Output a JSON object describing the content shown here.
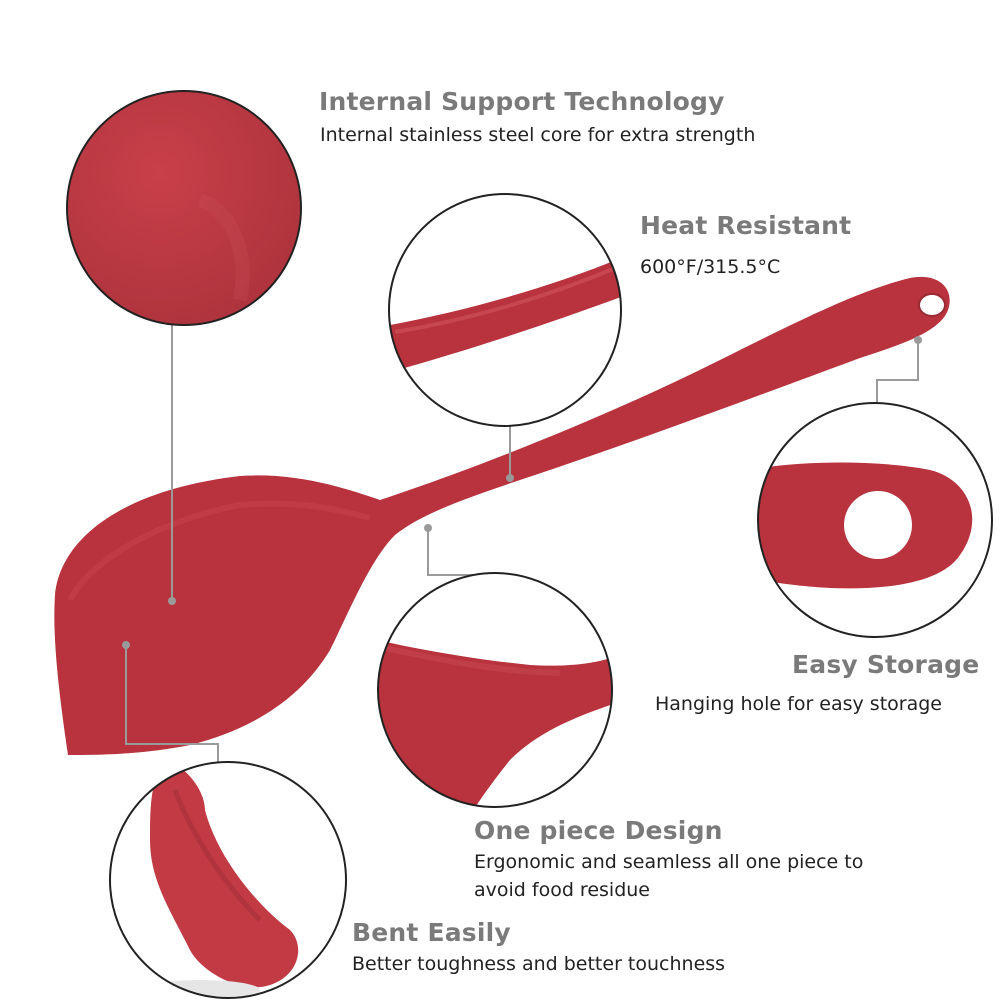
{
  "features": {
    "internal_support": {
      "title": "Internal Support Technology",
      "desc": "Internal stainless steel core for extra strength"
    },
    "heat_resistant": {
      "title": "Heat Resistant",
      "desc": "600°F/315.5°C"
    },
    "easy_storage": {
      "title": "Easy Storage",
      "desc": "Hanging hole for easy storage"
    },
    "one_piece": {
      "title": "One piece Design",
      "desc_line1": "Ergonomic and seamless all one piece to",
      "desc_line2": "avoid food residue"
    },
    "bent_easily": {
      "title": "Bent Easily",
      "desc": "Better toughness and better touchness"
    }
  },
  "colors": {
    "product_red": "#b8333d",
    "title_gray": "#7a7a7a",
    "callout_line": "#9a9a9a",
    "circle_border": "#222222"
  },
  "icons": [
    "spatula-illustration",
    "detail-circle"
  ]
}
